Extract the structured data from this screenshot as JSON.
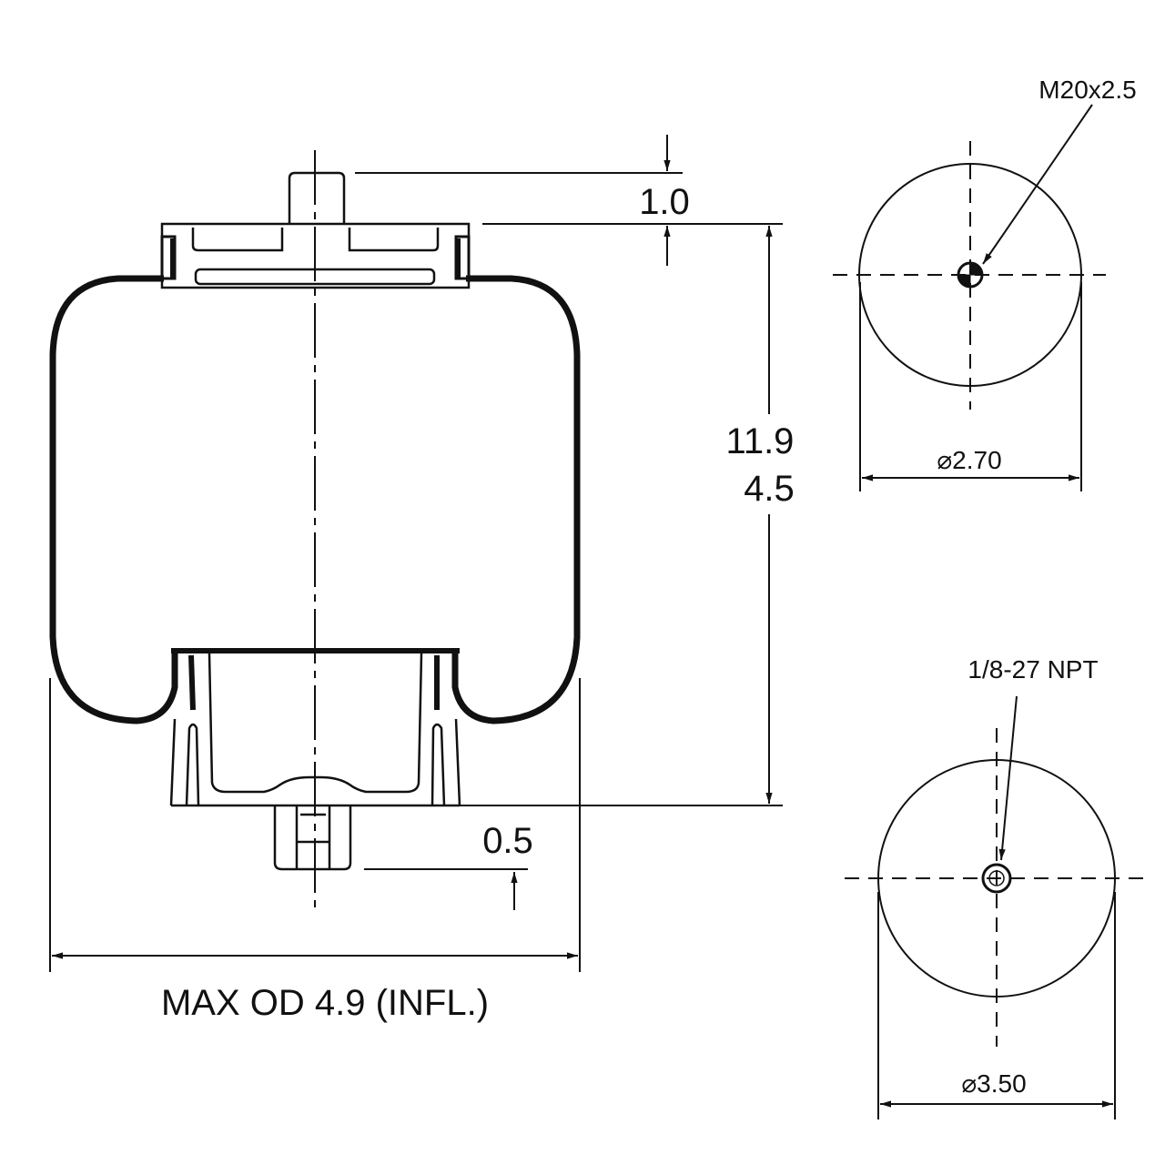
{
  "dimensions": {
    "top_offset": "1.0",
    "height_max": "11.9",
    "height_min": "4.5",
    "bottom_offset": "0.5",
    "max_od": "MAX OD 4.9 (INFL.)",
    "top_plate_diameter": "⌀2.70",
    "bottom_diameter": "⌀3.50"
  },
  "callouts": {
    "top_thread": "M20x2.5",
    "bottom_port": "1/8-27 NPT"
  }
}
